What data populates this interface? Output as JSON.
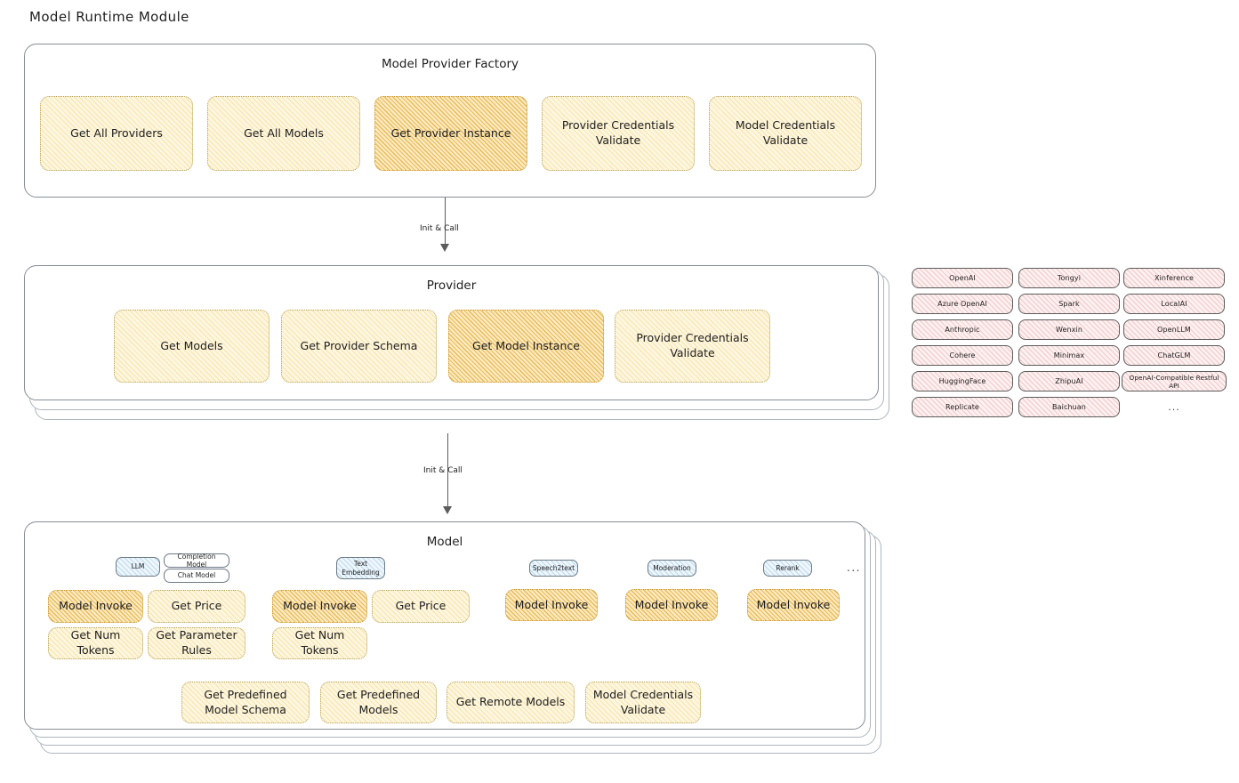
{
  "page": {
    "title": "Model Runtime Module"
  },
  "factory": {
    "title": "Model Provider Factory",
    "nodes": [
      {
        "label": "Get All Providers",
        "highlight": false
      },
      {
        "label": "Get All Models",
        "highlight": false
      },
      {
        "label": "Get Provider Instance",
        "highlight": true
      },
      {
        "label": "Provider Credentials Validate",
        "highlight": false
      },
      {
        "label": "Model Credentials Validate",
        "highlight": false
      }
    ]
  },
  "arrows": [
    {
      "label": "Init & Call"
    },
    {
      "label": "Init & Call"
    }
  ],
  "provider": {
    "title": "Provider",
    "nodes": [
      {
        "label": "Get Models",
        "highlight": false
      },
      {
        "label": "Get Provider Schema",
        "highlight": false
      },
      {
        "label": "Get Model Instance",
        "highlight": true
      },
      {
        "label": "Provider Credentials Validate",
        "highlight": false
      }
    ]
  },
  "provider_list": {
    "columns": [
      [
        "OpenAI",
        "Azure OpenAI",
        "Anthropic",
        "Cohere",
        "HuggingFace",
        "Replicate"
      ],
      [
        "Tongyi",
        "Spark",
        "Wenxin",
        "Minimax",
        "ZhipuAI",
        "Baichuan"
      ],
      [
        "Xinference",
        "LocalAI",
        "OpenLLM",
        "ChatGLM",
        "OpenAI-Compatible Restful API"
      ]
    ],
    "more": "..."
  },
  "model": {
    "title": "Model",
    "more_types": "...",
    "types": [
      {
        "tag": "LLM",
        "tag_style": "blue",
        "sub_tags": [
          {
            "label": "Completion Model",
            "tag_style": "white"
          },
          {
            "label": "Chat Model",
            "tag_style": "white"
          }
        ],
        "nodes": [
          {
            "label": "Model Invoke",
            "highlight": true
          },
          {
            "label": "Get Price",
            "highlight": false
          },
          {
            "label": "Get Num Tokens",
            "highlight": false
          },
          {
            "label": "Get Parameter Rules",
            "highlight": false
          }
        ]
      },
      {
        "tag": "Text Embedding",
        "tag_style": "blue",
        "sub_tags": [],
        "nodes": [
          {
            "label": "Model Invoke",
            "highlight": true
          },
          {
            "label": "Get Price",
            "highlight": false
          },
          {
            "label": "Get Num Tokens",
            "highlight": false
          }
        ]
      },
      {
        "tag": "Speech2text",
        "tag_style": "blue",
        "sub_tags": [],
        "nodes": [
          {
            "label": "Model Invoke",
            "highlight": true
          }
        ]
      },
      {
        "tag": "Moderation",
        "tag_style": "blue",
        "sub_tags": [],
        "nodes": [
          {
            "label": "Model Invoke",
            "highlight": true
          }
        ]
      },
      {
        "tag": "Rerank",
        "tag_style": "blue",
        "sub_tags": [],
        "nodes": [
          {
            "label": "Model Invoke",
            "highlight": true
          }
        ]
      }
    ],
    "shared_nodes": [
      {
        "label": "Get Predefined Model Schema"
      },
      {
        "label": "Get Predefined Models"
      },
      {
        "label": "Get Remote Models"
      },
      {
        "label": "Model Credentials Validate"
      }
    ]
  },
  "colors": {
    "node_fill": "#fdf6e0",
    "node_highlight_fill": "#fbeac1",
    "node_border": "#b8a157",
    "provider_chip_fill": "#fdf0f0",
    "model_tag_fill": "#eef6fb",
    "container_border": "#868e96",
    "text": "#1e1e1e"
  }
}
